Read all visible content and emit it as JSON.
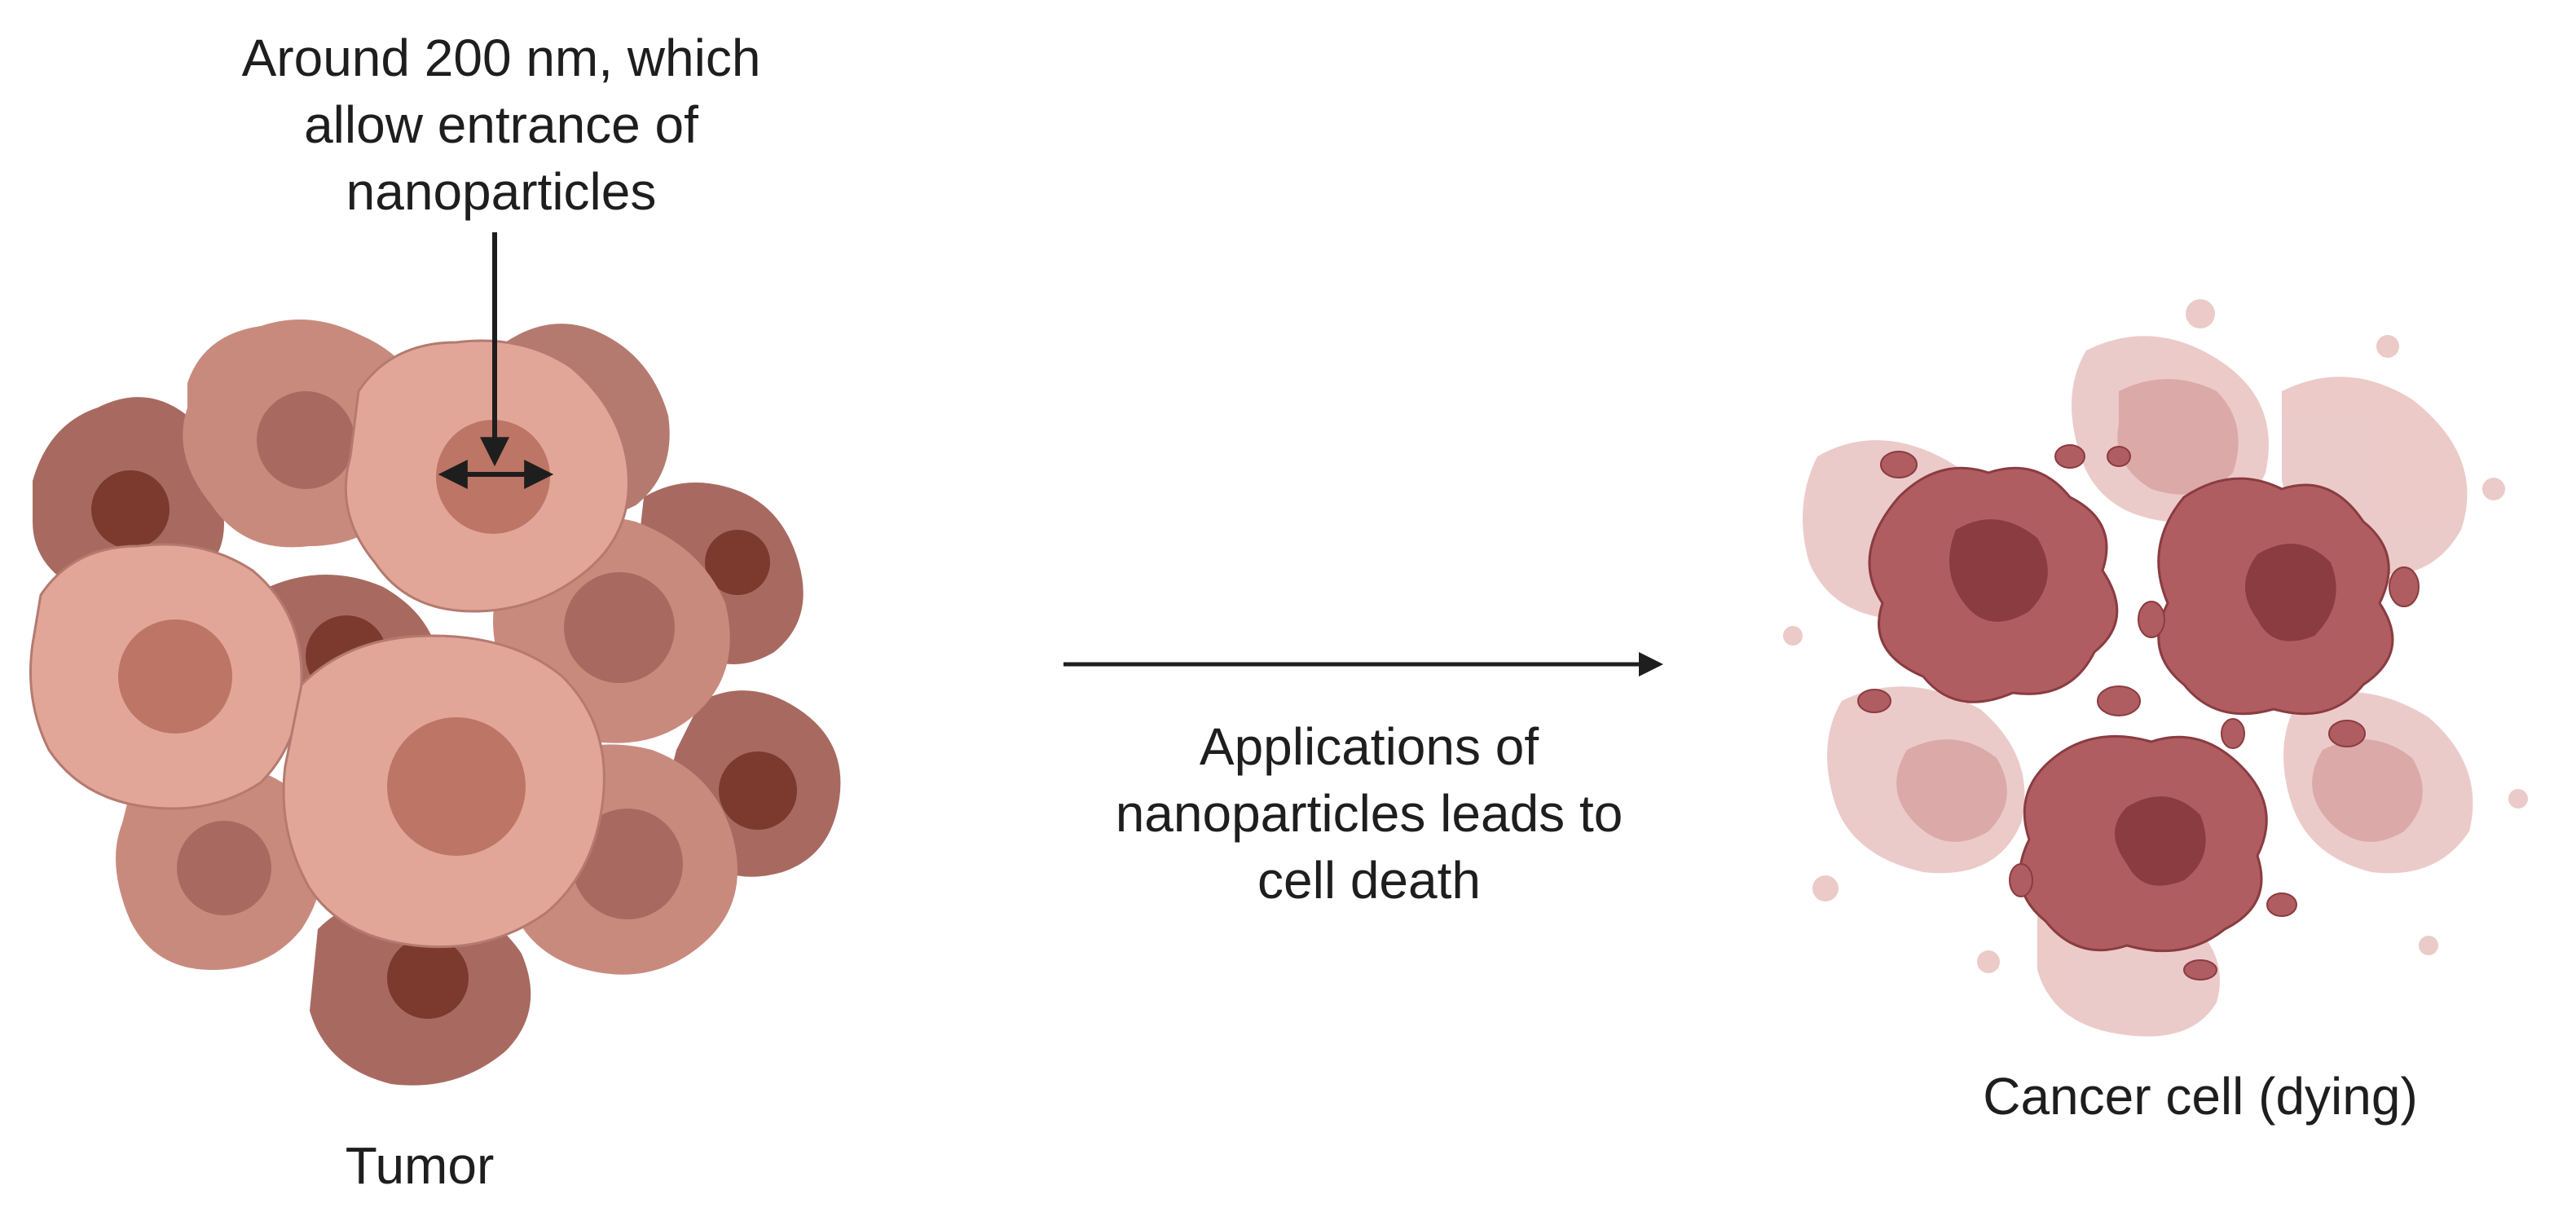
{
  "annotation": {
    "line1": "Around 200 nm, which",
    "line2": "allow entrance of",
    "line3": "nanoparticles"
  },
  "process": {
    "line1": "Applications of",
    "line2": "nanoparticles leads to",
    "line3": "cell death"
  },
  "labels": {
    "tumor": "Tumor",
    "dying": "Cancer cell (dying)"
  },
  "colors": {
    "cell_light": "#e2a698",
    "cell_mid": "#c98a7e",
    "cell_dark": "#a86a60",
    "nucleus_light": "#bd7565",
    "nucleus_dark": "#7c3a2e",
    "dying_cell": "#b05d62",
    "dying_nucleus": "#8a3c40",
    "debris_faint": "#e9c5c3",
    "arrow": "#1e1e1e"
  }
}
